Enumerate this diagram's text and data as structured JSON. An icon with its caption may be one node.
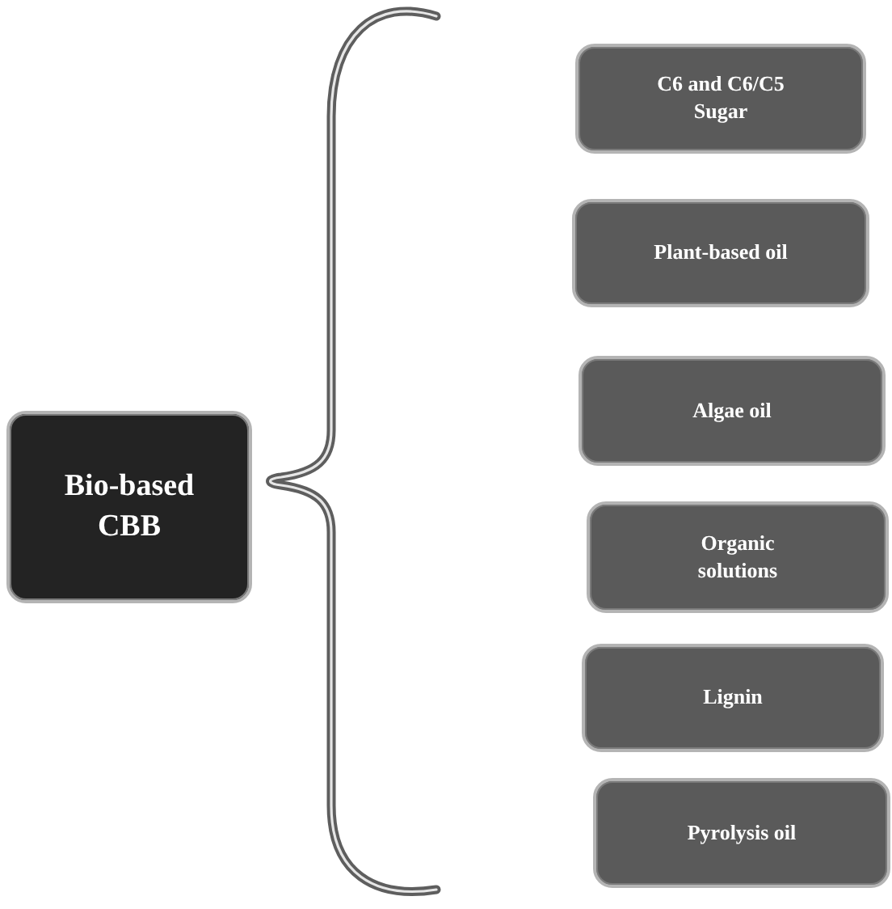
{
  "diagram": {
    "nodes": [
      {
        "text": [
          "Bio-based CBB"
        ]
      },
      {
        "text": [
          "C6 and C6/C5 Sugar"
        ]
      },
      {
        "text": [
          "Plant-based oil"
        ]
      },
      {
        "text": [
          "Algae oil"
        ]
      },
      {
        "text": [
          "Organic solutions"
        ]
      },
      {
        "text": [
          "Lignin"
        ]
      },
      {
        "text": [
          "Pyrolysis oil"
        ]
      }
    ]
  }
}
